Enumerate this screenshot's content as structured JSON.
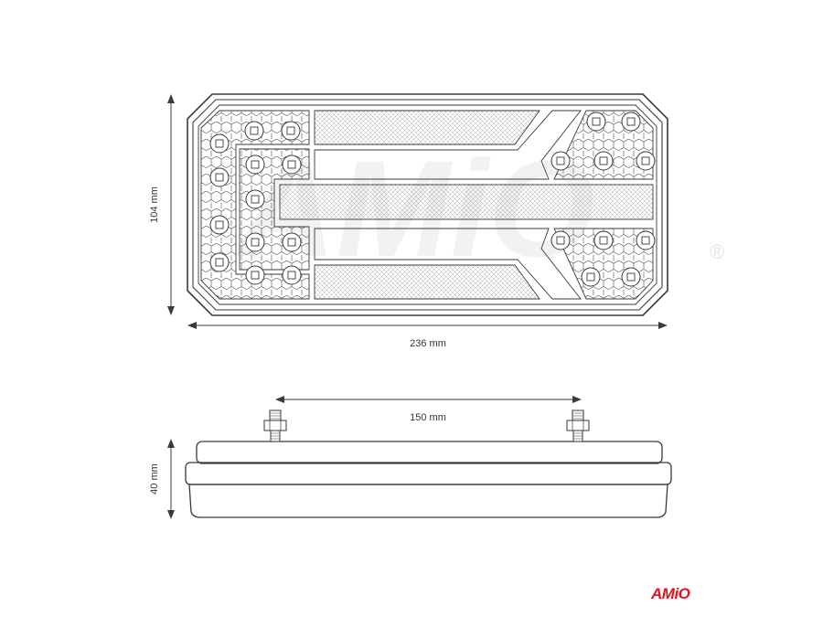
{
  "dimensions": {
    "height_label": "104 mm",
    "width_label": "236 mm",
    "mount_spacing_label": "150 mm",
    "depth_label": "40 mm"
  },
  "brand": {
    "logo_text": "AMiO",
    "watermark_text": "AMiO",
    "registered_mark": "®",
    "logo_color": "#e0141e"
  },
  "colors": {
    "line": "#3a3a3a",
    "watermark": "#f2f2f2"
  }
}
